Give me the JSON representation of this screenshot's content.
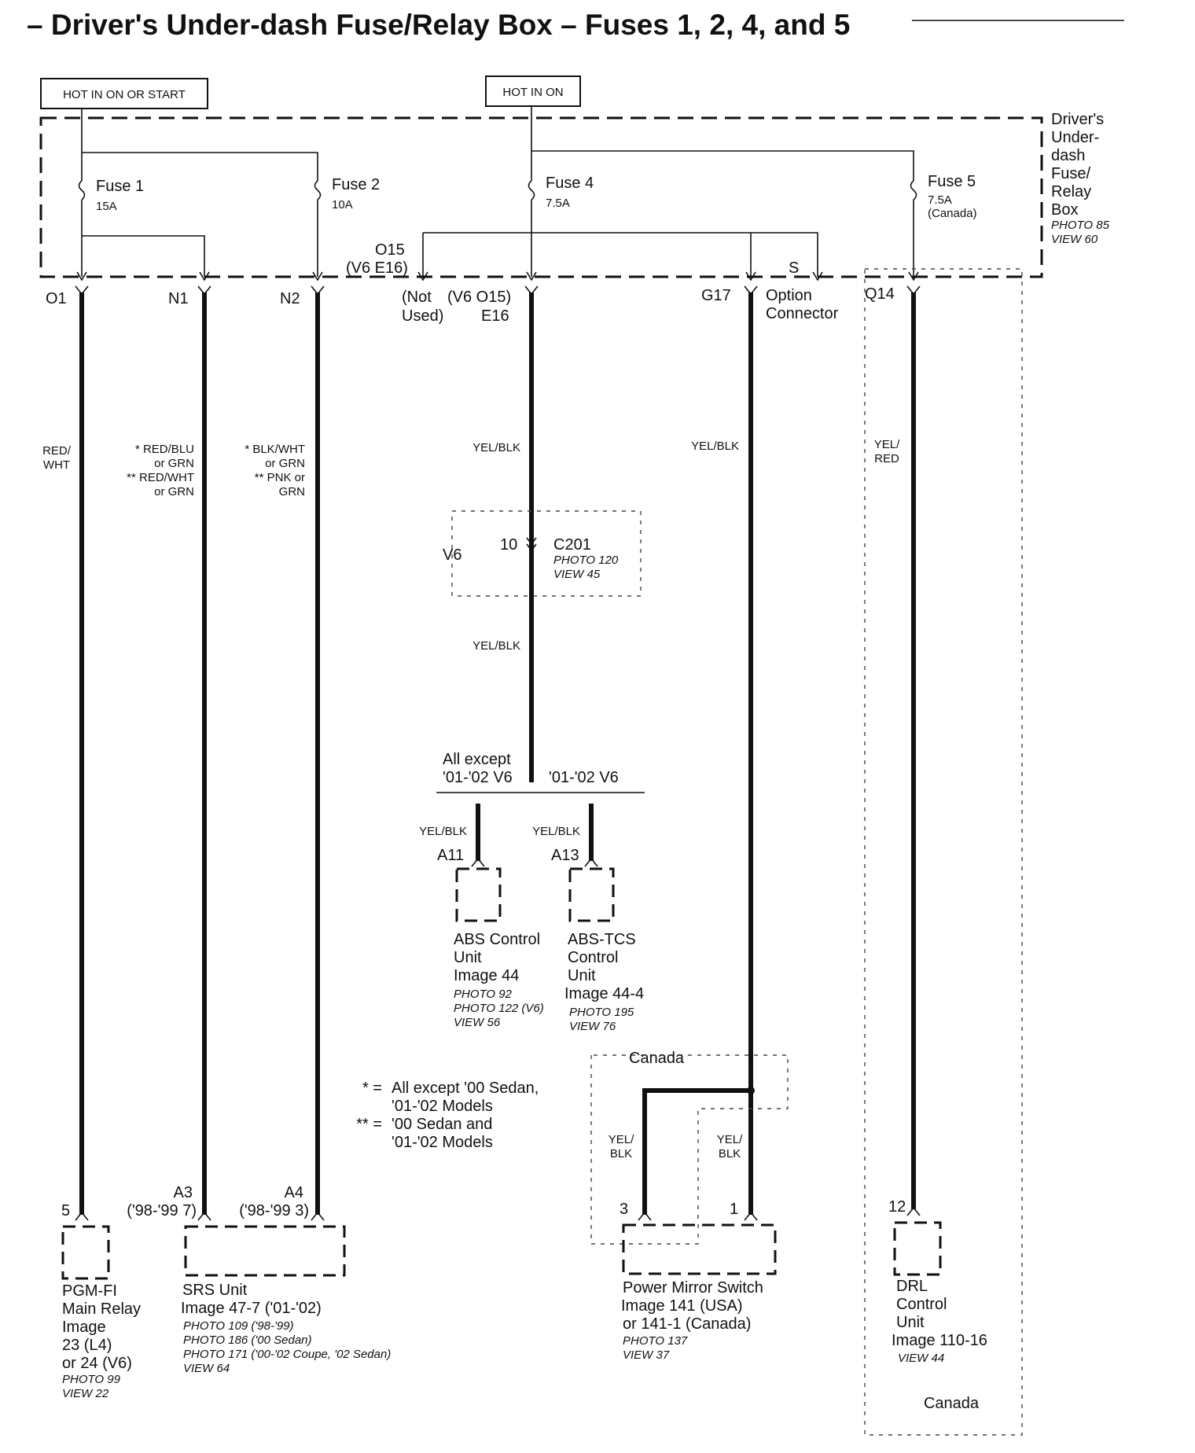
{
  "title": "– Driver's Under-dash Fuse/Relay Box – Fuses 1, 2, 4, and 5",
  "hot_start_label": "HOT IN ON OR START",
  "hot_on_label": "HOT IN ON",
  "box": {
    "name_lines": [
      "Driver's",
      "Under-",
      "dash",
      "Fuse/",
      "Relay",
      "Box"
    ],
    "photo": "PHOTO 85",
    "view": "VIEW 60"
  },
  "fuses": {
    "f1": {
      "name": "Fuse 1",
      "rating": "15A"
    },
    "f2": {
      "name": "Fuse 2",
      "rating": "10A"
    },
    "f4": {
      "name": "Fuse 4",
      "rating": "7.5A"
    },
    "f5": {
      "name": "Fuse 5",
      "rating": "7.5A",
      "note": "(Canada)"
    }
  },
  "terminals": {
    "o1": "O1",
    "n1": "N1",
    "n2": "N2",
    "o15_top1": "O15",
    "o15_top2": "(V6 E16)",
    "not_used1": "(Not",
    "not_used2": "Used)",
    "v6o15_1": "(V6 O15)",
    "v6o15_2": "E16",
    "g17": "G17",
    "s": "S",
    "option1": "Option",
    "option2": "Connector",
    "q14": "Q14"
  },
  "wires": {
    "o1": [
      "RED/",
      "WHT"
    ],
    "n1": [
      "* RED/BLU",
      "or GRN",
      "** RED/WHT",
      "or GRN"
    ],
    "n2": [
      "* BLK/WHT",
      "or GRN",
      "** PNK or",
      "GRN"
    ],
    "e16_upper": "YEL/BLK",
    "e16_lower": "YEL/BLK",
    "g17": "YEL/BLK",
    "q14": [
      "YEL/",
      "RED"
    ],
    "a11": "YEL/BLK",
    "a13": "YEL/BLK",
    "pm3": [
      "YEL/",
      "BLK"
    ],
    "pm1": [
      "YEL/",
      "BLK"
    ]
  },
  "c201": {
    "v6": "V6",
    "pin": "10",
    "name": "C201",
    "photo": "PHOTO 120",
    "view": "VIEW 45"
  },
  "split": {
    "left1": "All except",
    "left2": "'01-'02 V6",
    "right": "'01-'02 V6"
  },
  "abs": {
    "pin": "A11",
    "lines": [
      "ABS Control",
      "Unit",
      "Image 44"
    ],
    "photos": [
      "PHOTO 92",
      "PHOTO 122 (V6)",
      "VIEW 56"
    ]
  },
  "abs_tcs": {
    "pin": "A13",
    "lines": [
      "ABS-TCS",
      "Control",
      "Unit",
      "Image 44-4"
    ],
    "photos": [
      "PHOTO 195",
      "VIEW 76"
    ]
  },
  "notes": {
    "star1": "* =",
    "star1_text1": "All except '00 Sedan,",
    "star1_text2": "'01-'02 Models",
    "star2": "** =",
    "star2_text1": "'00 Sedan and",
    "star2_text2": "'01-'02 Models"
  },
  "canada_label": "Canada",
  "canada_bottom": "Canada",
  "pgm": {
    "pin": "5",
    "lines": [
      "PGM-FI",
      "Main Relay",
      "Image",
      "23 (L4)",
      "or 24 (V6)"
    ],
    "photos": [
      "PHOTO 99",
      "VIEW 22"
    ]
  },
  "srs": {
    "pin_a3": "A3",
    "pin_a3_alt": "('98-'99 7)",
    "pin_a4": "A4",
    "pin_a4_alt": "('98-'99 3)",
    "lines": [
      "SRS Unit",
      "Image 47-7 ('01-'02)"
    ],
    "photos": [
      "PHOTO 109 ('98-'99)",
      "PHOTO 186 ('00 Sedan)",
      "PHOTO 171 ('00-'02 Coupe, '02 Sedan)",
      "VIEW 64"
    ]
  },
  "power_mirror": {
    "pin3": "3",
    "pin1": "1",
    "lines": [
      "Power Mirror Switch",
      "Image 141 (USA)",
      "or 141-1 (Canada)"
    ],
    "photos": [
      "PHOTO 137",
      "VIEW 37"
    ]
  },
  "drl": {
    "pin": "12",
    "lines": [
      "DRL",
      "Control",
      "Unit",
      "Image 110-16"
    ],
    "photos": [
      "VIEW 44"
    ]
  }
}
